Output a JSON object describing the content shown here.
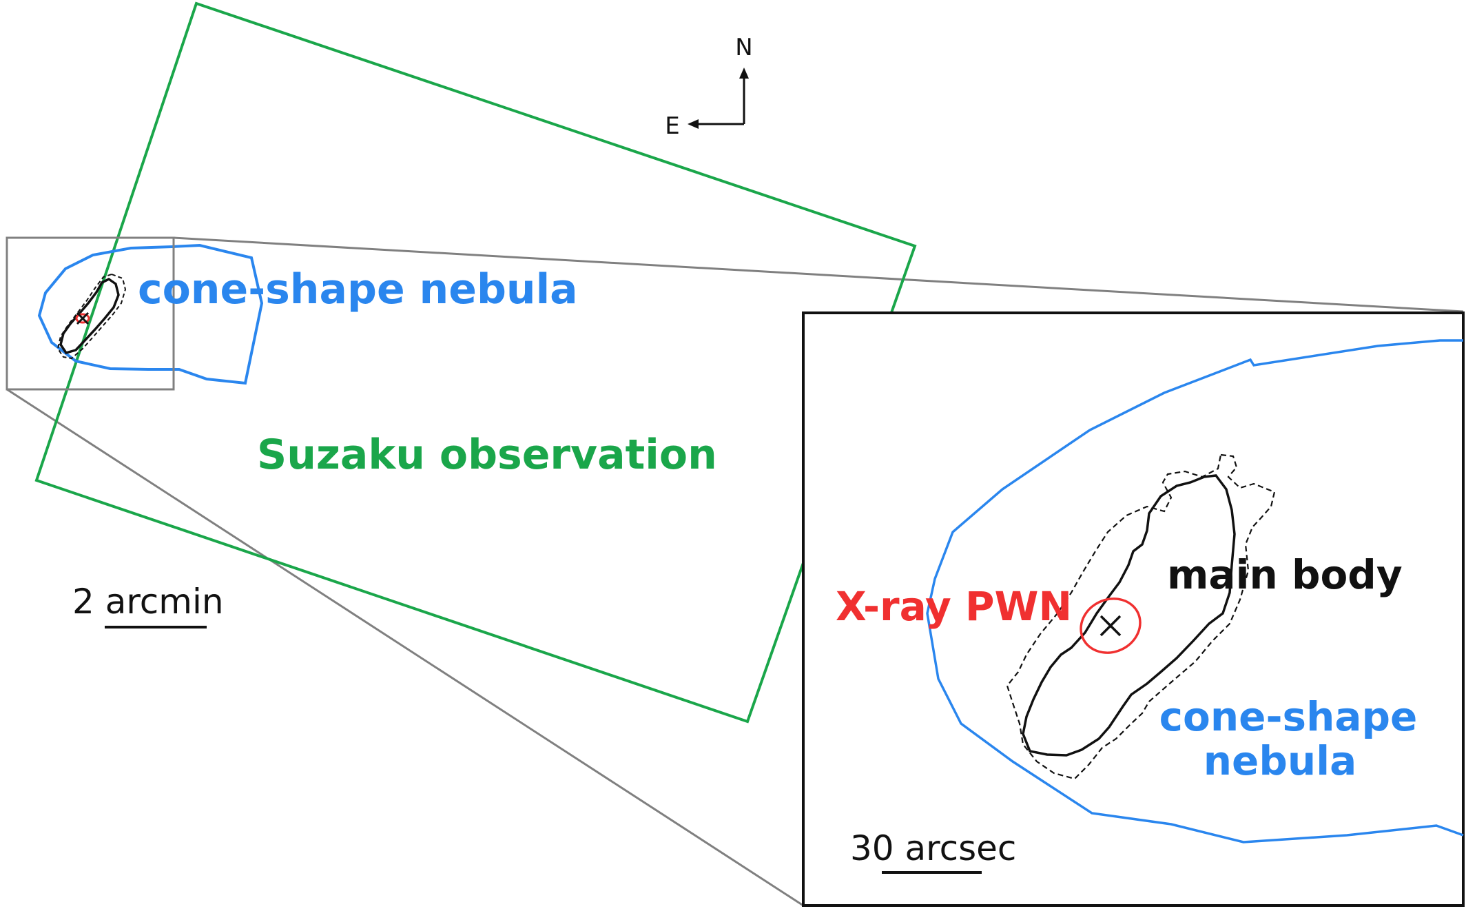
{
  "colors": {
    "blue": "#2a86ee",
    "green": "#1aa64a",
    "red": "#f03030",
    "black": "#111111",
    "gray": "#808080"
  },
  "compass": {
    "north": "N",
    "east": "E"
  },
  "overview": {
    "cone_label": "cone-shape nebula",
    "suzaku_label": "Suzaku observation",
    "scale_label": "2 arcmin"
  },
  "inset": {
    "pwn_label": "X-ray PWN",
    "main_body_label": "main body",
    "cone_label_line1": "cone-shape",
    "cone_label_line2": "nebula",
    "scale_label": "30 arcsec"
  }
}
